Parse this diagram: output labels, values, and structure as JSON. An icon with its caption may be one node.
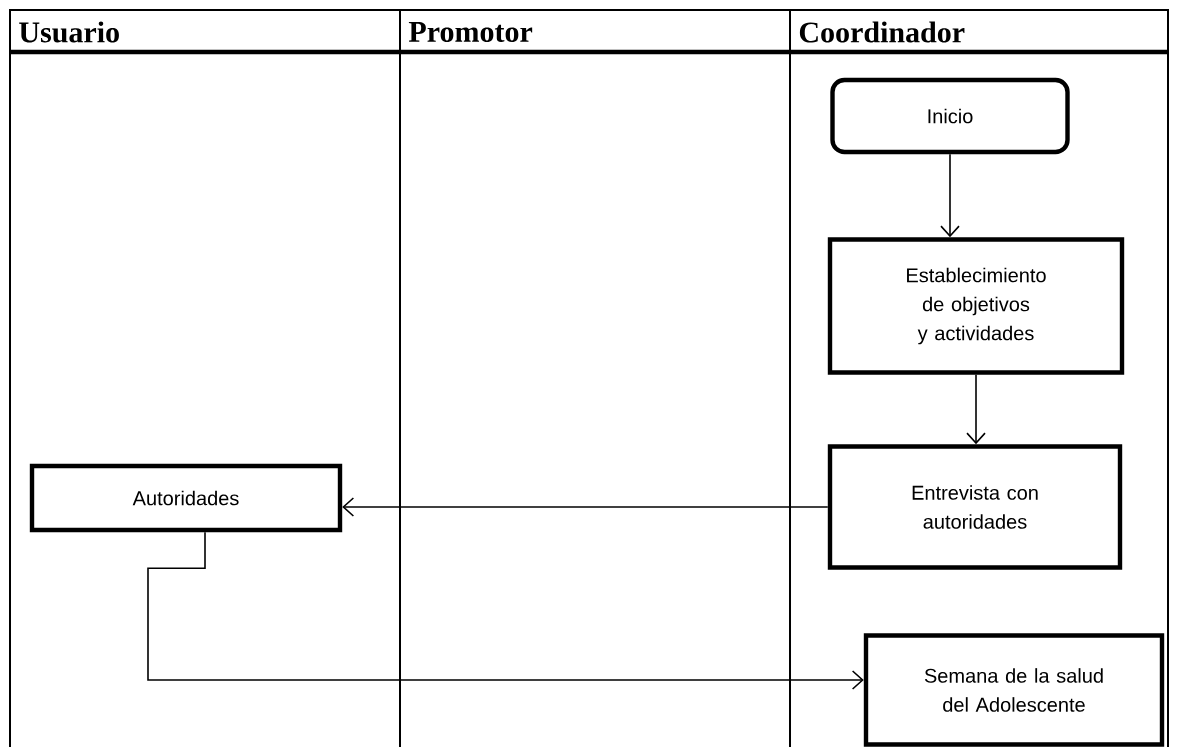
{
  "diagram": {
    "nodes": [
      {
        "text": [
          "Inicio"
        ]
      },
      {
        "text": [
          "Establecimiento de objetivos y actividades"
        ]
      },
      {
        "text": [
          "Entrevista con autoridades"
        ]
      },
      {
        "text": [
          "Autoridades"
        ]
      },
      {
        "text": [
          "Semana de la salud del Adolescente"
        ]
      }
    ],
    "edges": [
      {
        "from": 0,
        "to": 1,
        "arrow": "to"
      },
      {
        "from": 1,
        "to": 2,
        "arrow": "to"
      },
      {
        "from": 2,
        "to": 3,
        "arrow": "to"
      },
      {
        "from": 3,
        "to": 4,
        "arrow": "to"
      }
    ],
    "labels": [
      "Usuario",
      "Promotor",
      "Coordinador"
    ]
  }
}
